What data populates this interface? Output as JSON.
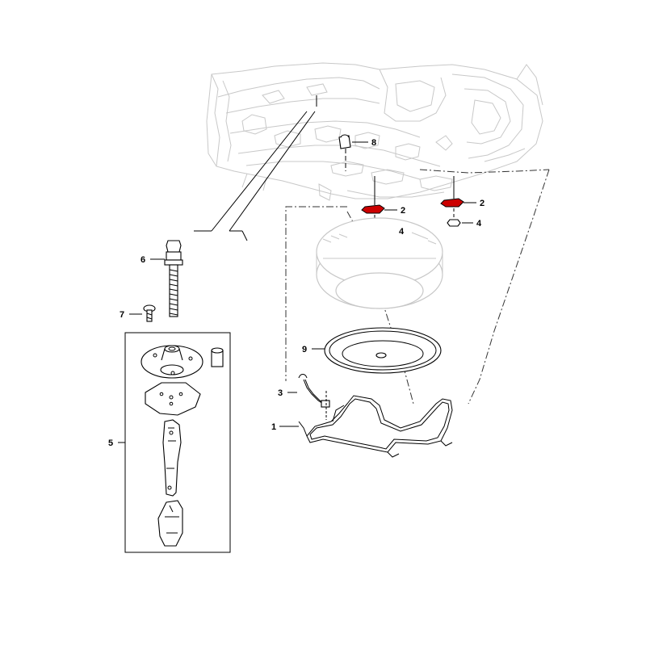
{
  "diagram": {
    "callouts": {
      "c1": "1",
      "c2a": "2",
      "c2b": "2",
      "c3": "3",
      "c4a": "4",
      "c4b": "4",
      "c5": "5",
      "c6": "6",
      "c7": "7",
      "c8": "8",
      "c9": "9"
    },
    "colors": {
      "highlight": "#cc0000",
      "line": "#000000",
      "ghost": "#c8c8c8"
    }
  }
}
